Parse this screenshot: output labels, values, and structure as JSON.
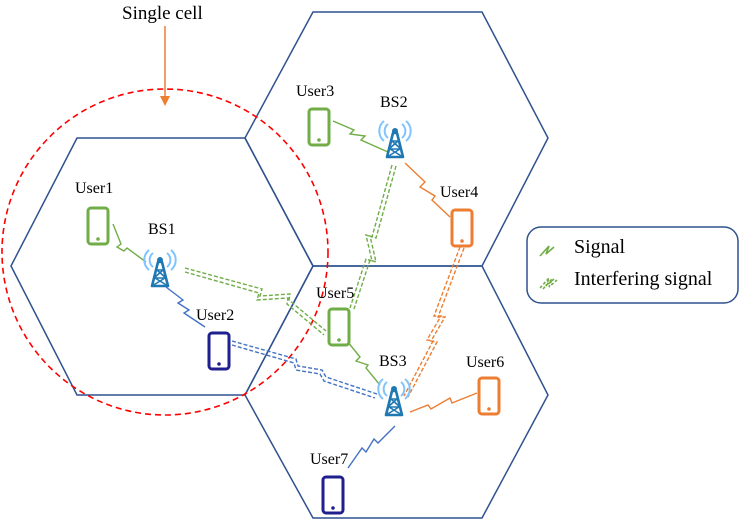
{
  "labels": {
    "single_cell": "Single cell",
    "bs1": "BS1",
    "bs2": "BS2",
    "bs3": "BS3",
    "user1": "User1",
    "user2": "User2",
    "user3": "User3",
    "user4": "User4",
    "user5": "User5",
    "user6": "User6",
    "user7": "User7"
  },
  "legend": {
    "signal": "Signal",
    "interfering": "Interfering signal"
  },
  "colors": {
    "cell_border": "#2f528f",
    "single_cell_circle": "#ff0000",
    "arrow": "#ed7d31",
    "green": "#70ad47",
    "green_dark": "#548235",
    "orange": "#ed7d31",
    "orange_dark": "#c55a11",
    "navy": "#1f1f8f",
    "blue": "#4472c4",
    "tower": "#1f78b4",
    "waves": "#7fc4ff"
  },
  "icons": {
    "base_station": "antenna-tower-icon",
    "user": "smartphone-icon",
    "signal": "lightning-zigzag-icon"
  }
}
